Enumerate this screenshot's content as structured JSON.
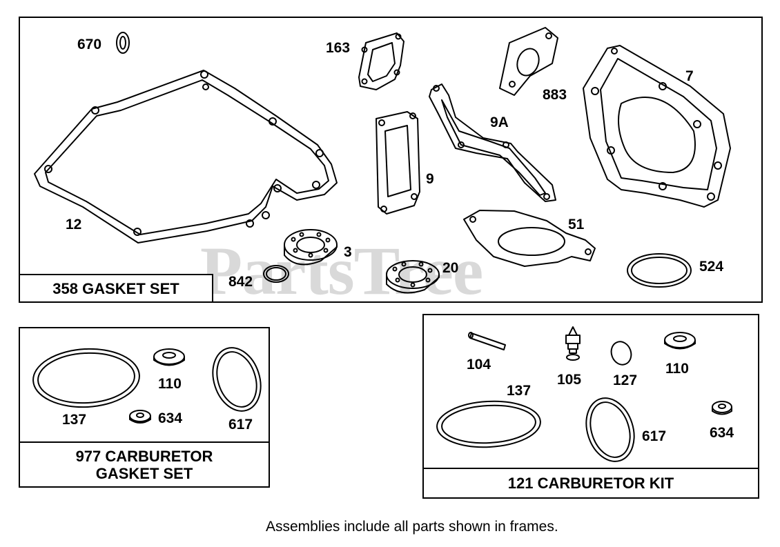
{
  "watermark": "PartsTree",
  "groups": {
    "gasket_set": {
      "title": "358 GASKET SET"
    },
    "carb_gasket_set": {
      "title": "977 CARBURETOR GASKET SET"
    },
    "carb_kit": {
      "title": "121 CARBURETOR KIT"
    }
  },
  "parts": {
    "p670": "670",
    "p163": "163",
    "p883": "883",
    "p7": "7",
    "p9A": "9A",
    "p9": "9",
    "p12": "12",
    "p51": "51",
    "p3": "3",
    "p20": "20",
    "p842": "842",
    "p524": "524",
    "c137": "137",
    "c110": "110",
    "c634": "634",
    "c617": "617",
    "k104": "104",
    "k105": "105",
    "k127": "127",
    "k110": "110",
    "k137": "137",
    "k617": "617",
    "k634": "634"
  },
  "footnote": "Assemblies include all parts shown in frames."
}
